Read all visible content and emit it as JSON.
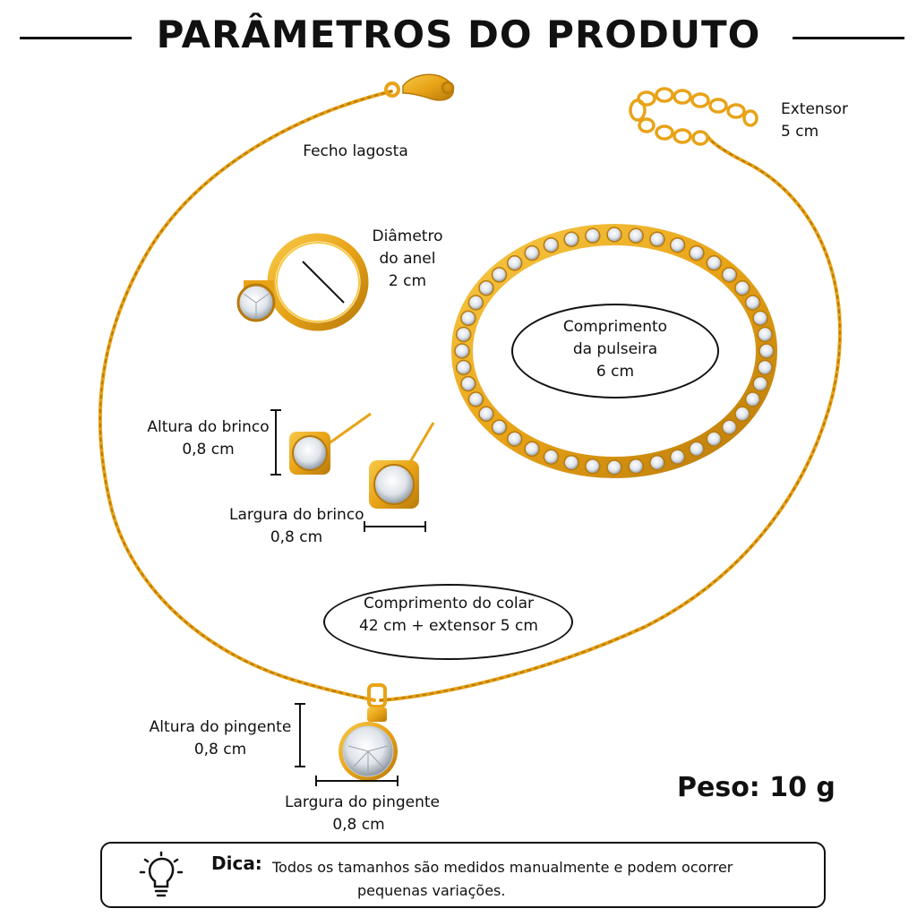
{
  "header": {
    "title": "PARÂMETROS DO PRODUTO"
  },
  "labels": {
    "clasp": "Fecho lagosta",
    "extender": [
      "Extensor",
      "5 cm"
    ],
    "ring": [
      "Diâmetro",
      "do anel",
      "2 cm"
    ],
    "bracelet": [
      "Comprimento",
      "da pulseira",
      "6 cm"
    ],
    "earring_height": [
      "Altura do brinco",
      "0,8 cm"
    ],
    "earring_width": [
      "Largura do brinco",
      "0,8 cm"
    ],
    "necklace": [
      "Comprimento do colar",
      "42 cm + extensor 5 cm"
    ],
    "pendant_height": [
      "Altura do pingente",
      "0,8 cm"
    ],
    "pendant_width": [
      "Largura do pingente",
      "0,8 cm"
    ]
  },
  "weight": "Peso: 10 g",
  "tip": {
    "label": "Dica:",
    "lines": [
      "Todos os tamanhos são medidos manualmente e podem ocorrer",
      "pequenas variações."
    ]
  },
  "colors": {
    "gold": "#e8a317",
    "gold_dark": "#b87a0a",
    "gem": "#eef2f6"
  },
  "icons": {
    "tip": "lightbulb-icon"
  }
}
